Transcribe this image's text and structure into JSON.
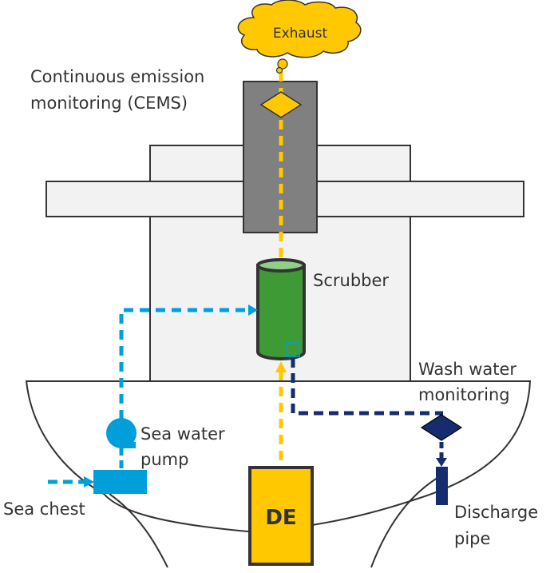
{
  "title": "Ship exhaust gas scrubber system with monitoring",
  "labels": {
    "exhaust": "Exhaust",
    "cems_line1": "Continuous emission",
    "cems_line2": "monitoring (CEMS)",
    "scrubber": "Scrubber",
    "wash_water_line1": "Wash water",
    "wash_water_line2": "monitoring",
    "sea_water_pump_line1": "Sea water",
    "sea_water_pump_line2": "pump",
    "sea_chest": "Sea chest",
    "engine": "DE",
    "discharge_line1": "Discharge",
    "discharge_line2": "pipe"
  },
  "colors": {
    "exhaust_flow": "#ffc800",
    "sea_water_flow": "#009fda",
    "wash_water_flow": "#152d6e",
    "scrubber": "#3d9a35",
    "scrubber_top": "#8fcf8a",
    "stack": "#808080",
    "superstructure": "#f2f2f2",
    "outline": "#333333"
  }
}
